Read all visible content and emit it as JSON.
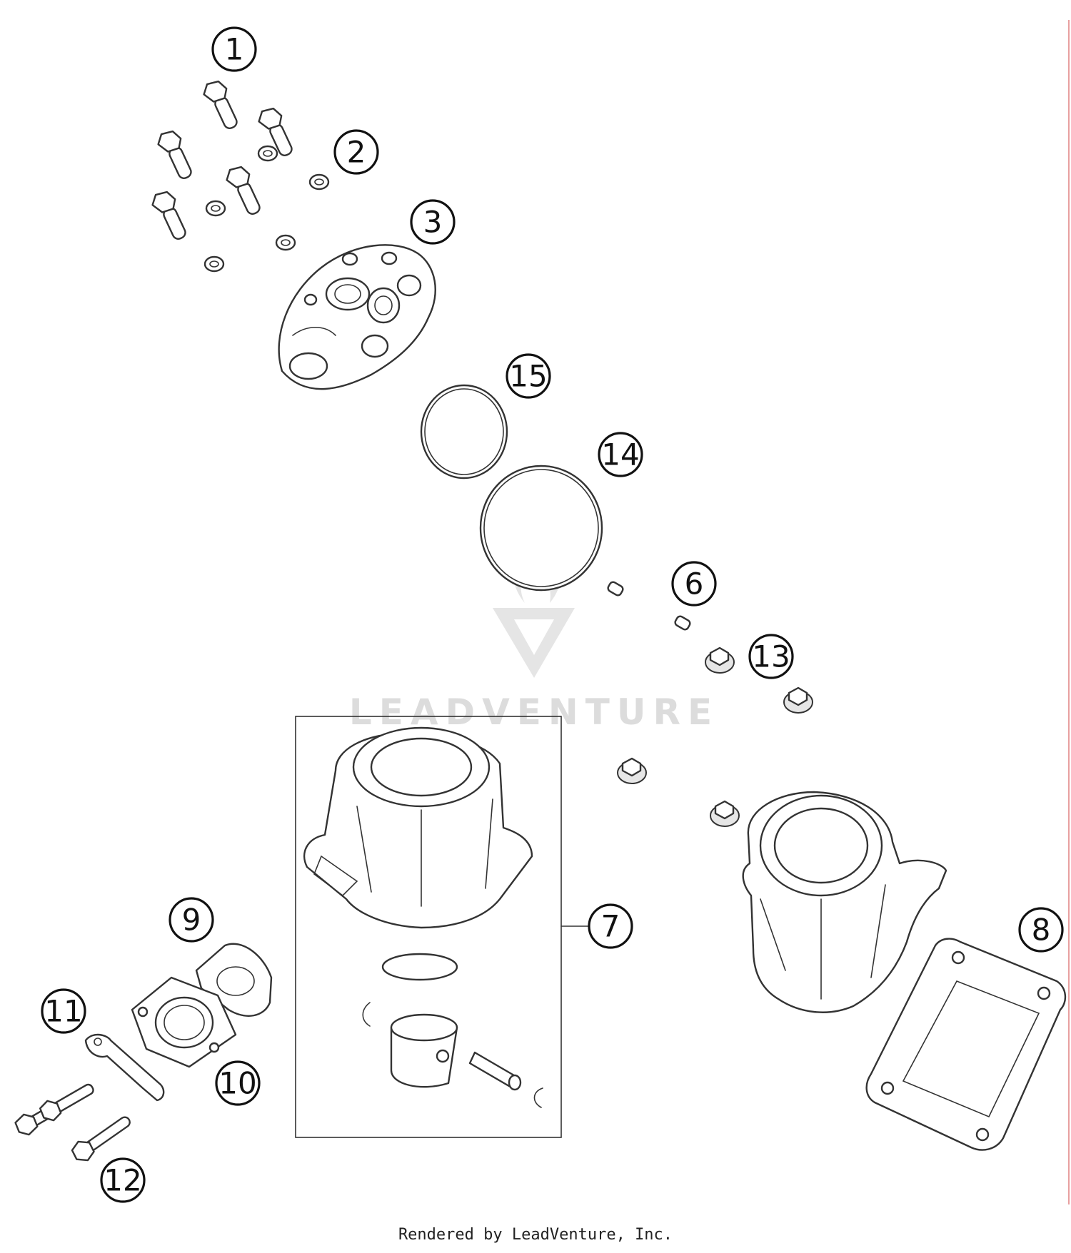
{
  "callouts": [
    "1",
    "2",
    "3",
    "15",
    "14",
    "6",
    "13",
    "7",
    "8",
    "9",
    "11",
    "10",
    "12"
  ],
  "watermark": "LEADVENTURE",
  "footer": "Rendered by LeadVenture, Inc."
}
